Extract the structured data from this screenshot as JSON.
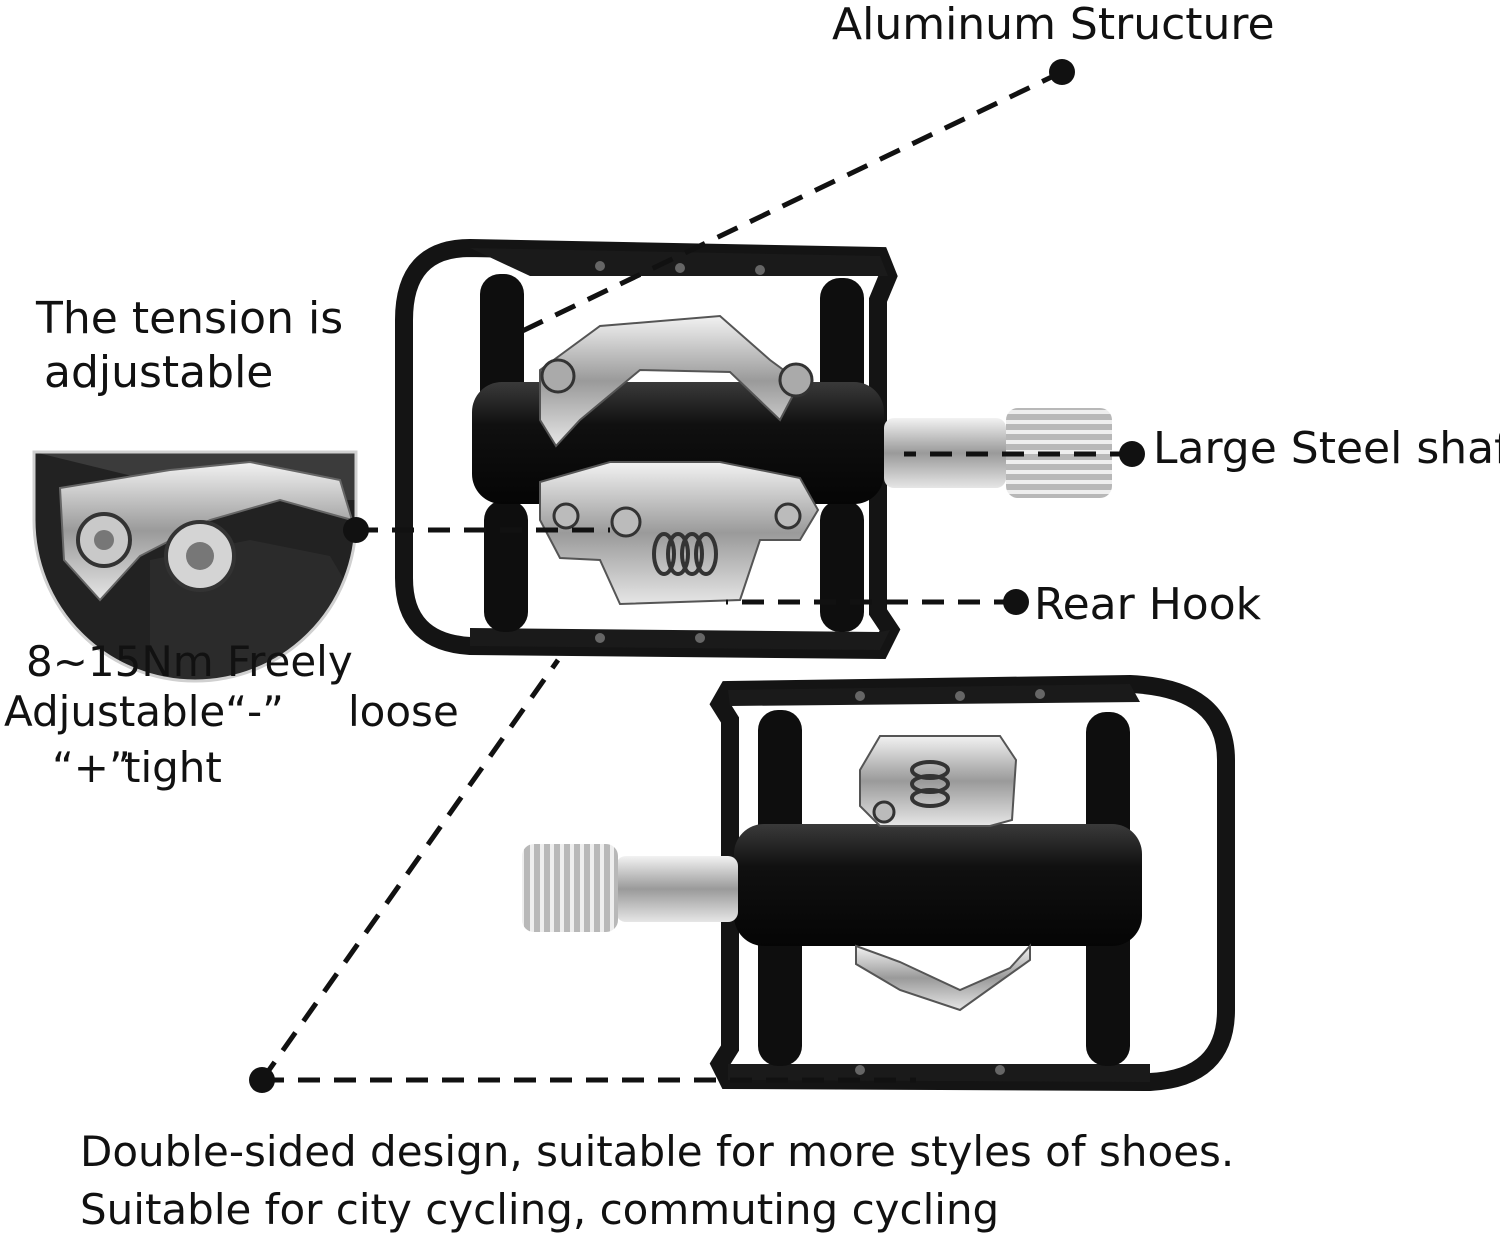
{
  "labels": {
    "aluminum": "Aluminum Structure",
    "shaft": "Large Steel shaft",
    "rear_hook": "Rear Hook",
    "tension_line1": "The tension is",
    "tension_line2": "adjustable",
    "range_line": "8~15Nm Freely",
    "adjustable_word": "Adjustable“-”",
    "loose_word": "loose",
    "plus_sign": "“+”",
    "tight_word": "tight",
    "design_line1": "Double-sided design, suitable for more styles of shoes.",
    "design_line2": "Suitable for city cycling, commuting cycling"
  },
  "colors": {
    "text": "#111111",
    "pedal_body": "#121212",
    "metal": "#c8c8c8",
    "leader": "#111111"
  },
  "icons": [
    "pedal-front",
    "pedal-back",
    "tension-closeup"
  ]
}
